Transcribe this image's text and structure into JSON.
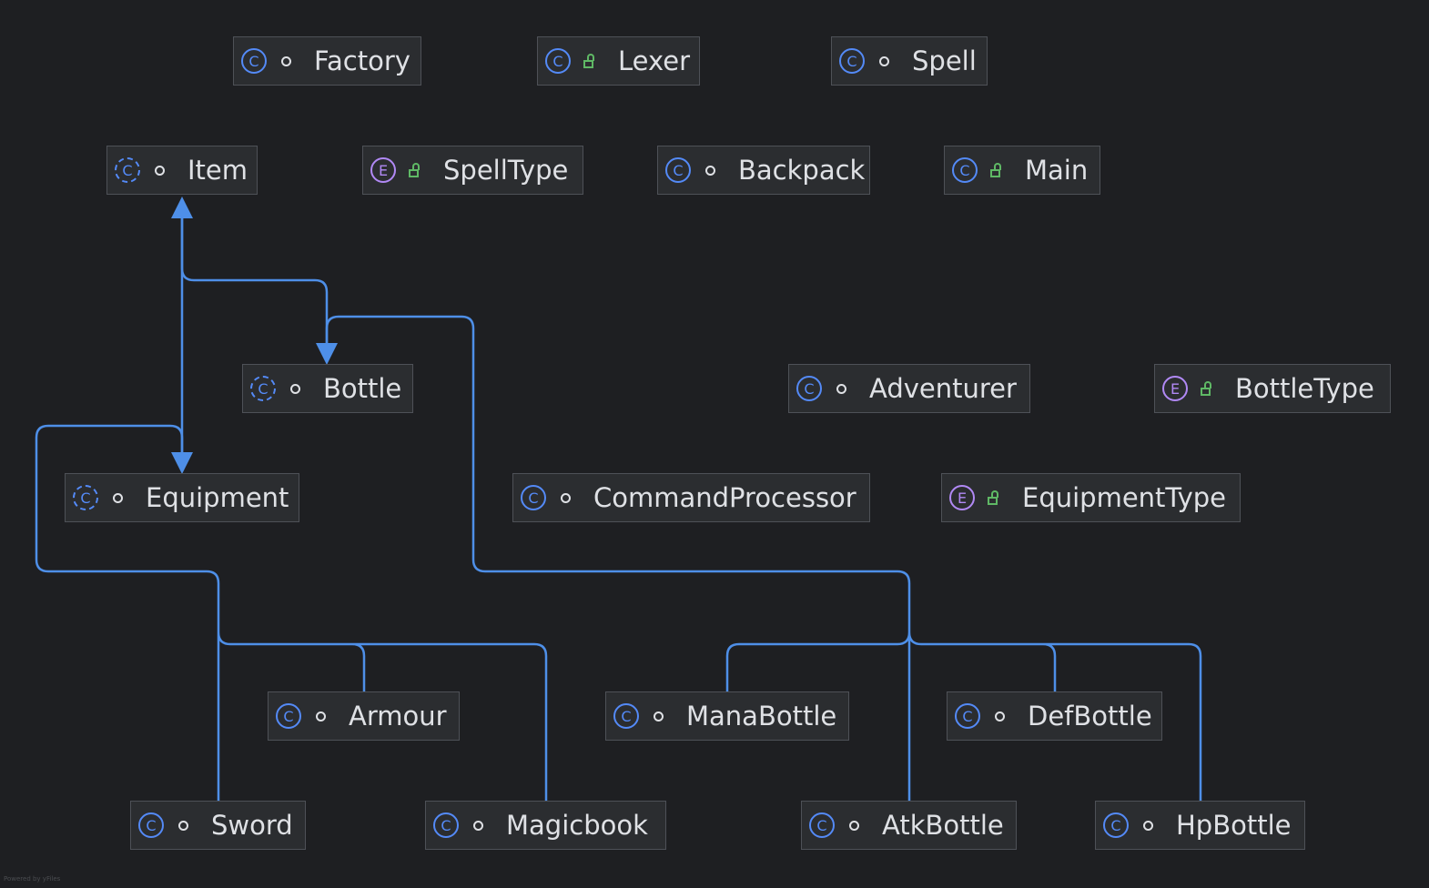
{
  "colors": {
    "background": "#1e1f22",
    "node_fill": "#2b2d30",
    "edge": "#4e8fe8",
    "class_icon": "#548af7",
    "enum_icon": "#b189f5",
    "public_lock": "#5fb865"
  },
  "nodes": {
    "factory": {
      "label": "Factory",
      "kind": "class",
      "visibility": "package-private"
    },
    "lexer": {
      "label": "Lexer",
      "kind": "class",
      "visibility": "public"
    },
    "spell": {
      "label": "Spell",
      "kind": "class",
      "visibility": "package-private"
    },
    "item": {
      "label": "Item",
      "kind": "abstract-class",
      "visibility": "package-private"
    },
    "spelltype": {
      "label": "SpellType",
      "kind": "enum",
      "visibility": "public"
    },
    "backpack": {
      "label": "Backpack",
      "kind": "class",
      "visibility": "package-private"
    },
    "main": {
      "label": "Main",
      "kind": "class",
      "visibility": "public"
    },
    "bottle": {
      "label": "Bottle",
      "kind": "abstract-class",
      "visibility": "package-private"
    },
    "adventurer": {
      "label": "Adventurer",
      "kind": "class",
      "visibility": "package-private"
    },
    "bottletype": {
      "label": "BottleType",
      "kind": "enum",
      "visibility": "public"
    },
    "equipment": {
      "label": "Equipment",
      "kind": "abstract-class",
      "visibility": "package-private"
    },
    "commandprocessor": {
      "label": "CommandProcessor",
      "kind": "class",
      "visibility": "package-private"
    },
    "equipmenttype": {
      "label": "EquipmentType",
      "kind": "enum",
      "visibility": "public"
    },
    "armour": {
      "label": "Armour",
      "kind": "class",
      "visibility": "package-private"
    },
    "manabottle": {
      "label": "ManaBottle",
      "kind": "class",
      "visibility": "package-private"
    },
    "defbottle": {
      "label": "DefBottle",
      "kind": "class",
      "visibility": "package-private"
    },
    "sword": {
      "label": "Sword",
      "kind": "class",
      "visibility": "package-private"
    },
    "magicbook": {
      "label": "Magicbook",
      "kind": "class",
      "visibility": "package-private"
    },
    "atkbottle": {
      "label": "AtkBottle",
      "kind": "class",
      "visibility": "package-private"
    },
    "hpbottle": {
      "label": "HpBottle",
      "kind": "class",
      "visibility": "package-private"
    }
  },
  "icon_glyphs": {
    "class": "C",
    "enum": "E"
  },
  "inheritance": [
    {
      "child": "bottle",
      "parent": "item"
    },
    {
      "child": "equipment",
      "parent": "item"
    },
    {
      "child": "sword",
      "parent": "equipment"
    },
    {
      "child": "armour",
      "parent": "equipment"
    },
    {
      "child": "magicbook",
      "parent": "equipment"
    },
    {
      "child": "manabottle",
      "parent": "bottle"
    },
    {
      "child": "defbottle",
      "parent": "bottle"
    },
    {
      "child": "atkbottle",
      "parent": "bottle"
    },
    {
      "child": "hpbottle",
      "parent": "bottle"
    }
  ],
  "watermark": "Powered by yFiles"
}
